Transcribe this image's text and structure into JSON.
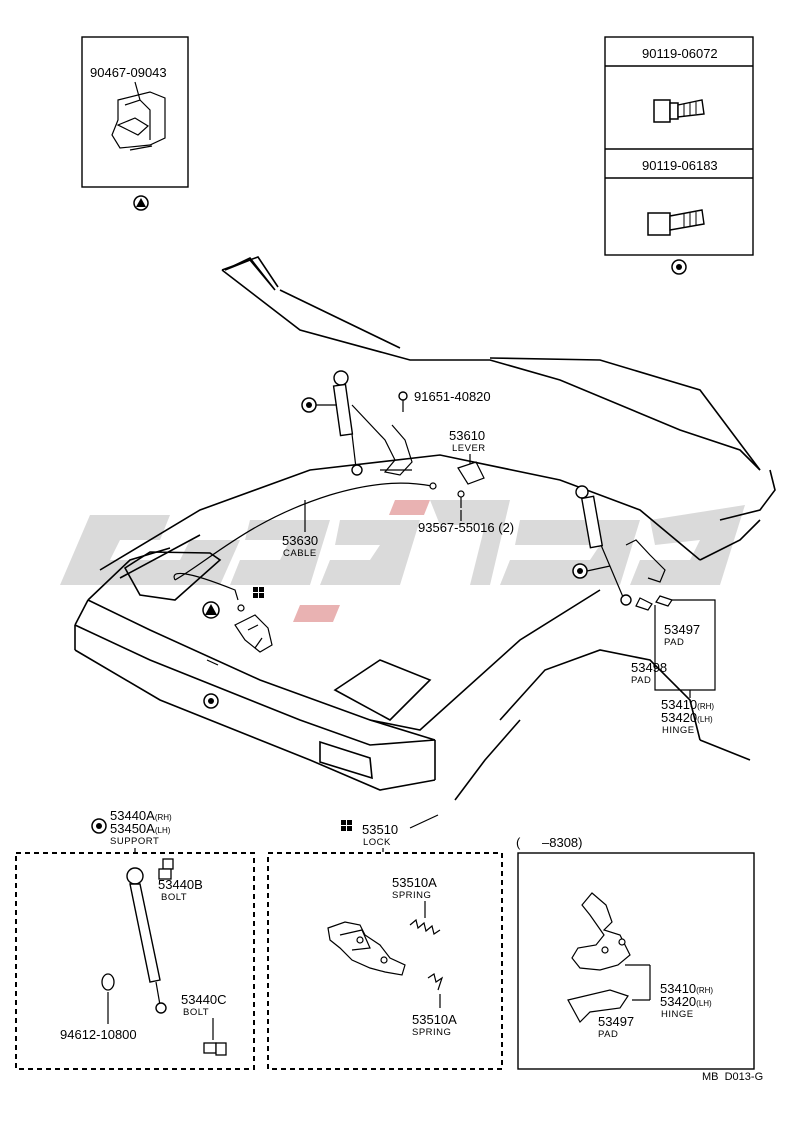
{
  "clip_part": "90467-09043",
  "bolt_part_1": "90119-06072",
  "bolt_part_2": "90119-06183",
  "screw_part": "91651-40820",
  "lever": {
    "num": "53610",
    "name": "LEVER"
  },
  "cable": {
    "num": "53630",
    "name": "CABLE"
  },
  "grommet": {
    "num": "93567-55016 (2)"
  },
  "pad_upper": {
    "num": "53497",
    "name": "PAD"
  },
  "pad_lower": {
    "num": "53498",
    "name": "PAD"
  },
  "hinge": {
    "num_rh": "53410",
    "rh": "(RH)",
    "num_lh": "53420",
    "lh": "(LH)",
    "name": "HINGE"
  },
  "support": {
    "num_rh": "53440A",
    "rh": "(RH)",
    "num_lh": "53450A",
    "lh": "(LH)",
    "name": "SUPPORT"
  },
  "bolt_b": {
    "num": "53440B",
    "name": "BOLT"
  },
  "bolt_c": {
    "num": "53440C",
    "name": "BOLT"
  },
  "clip2": "94612-10800",
  "lock": {
    "num": "53510",
    "name": "LOCK"
  },
  "spring_a1": {
    "num": "53510A",
    "name": "SPRING"
  },
  "spring_a2": {
    "num": "53510A",
    "name": "SPRING"
  },
  "date_range": "(      –8308)",
  "hinge_box": {
    "num_rh": "53410",
    "rh": "(RH)",
    "num_lh": "53420",
    "lh": "(LH)",
    "name": "HINGE"
  },
  "pad_box": {
    "num": "53497",
    "name": "PAD"
  },
  "figure_code": "MB  D013-G",
  "watermark_colors": {
    "grey": "#d4d4d4",
    "red": "#e6a5a5"
  }
}
